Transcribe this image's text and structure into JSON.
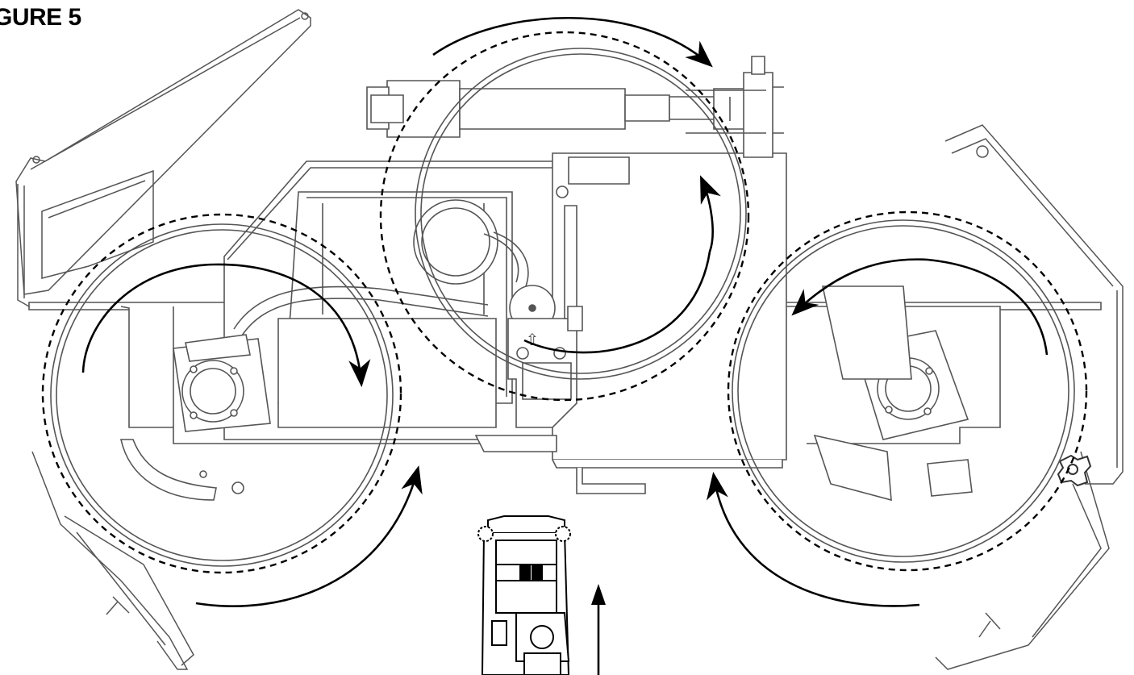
{
  "figure": {
    "title": "GURE 5",
    "line_color": "#555555",
    "ink_color": "#000000",
    "background": "#ffffff"
  },
  "components": {
    "brushes": [
      {
        "name": "left-side-brush",
        "rotation": "clockwise"
      },
      {
        "name": "center-main-brush",
        "rotation": "clockwise"
      },
      {
        "name": "right-side-brush",
        "rotation": "counterclockwise"
      }
    ],
    "travel_direction": "forward",
    "tank_arrow_symbol": "⇧"
  }
}
